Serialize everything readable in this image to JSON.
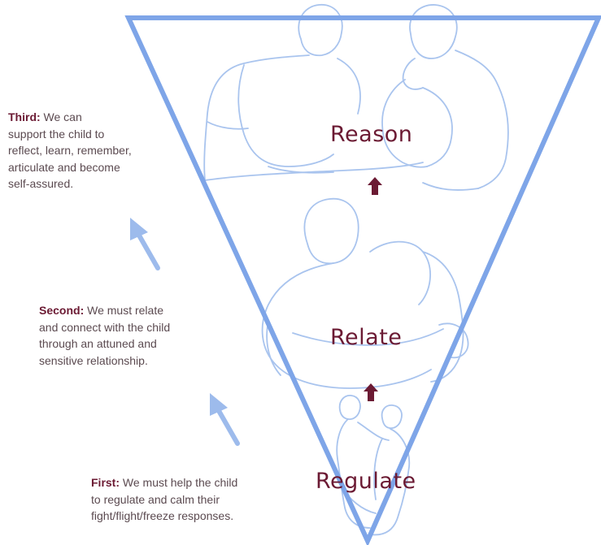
{
  "colors": {
    "triangle": "#7ea5e8",
    "figures": "#a9c4ee",
    "accent": "#6b1a33",
    "body_text": "#5b4a50"
  },
  "stages": {
    "reason": "Reason",
    "relate": "Relate",
    "regulate": "Regulate"
  },
  "notes": {
    "third": {
      "label": "Third:",
      "lines": [
        " We can",
        "support the child to",
        "reflect, learn, remember,",
        "articulate and become",
        "self-assured."
      ]
    },
    "second": {
      "label": "Second:",
      "lines": [
        " We must relate",
        "and connect with the child",
        "through an attuned and",
        "sensitive relationship."
      ]
    },
    "first": {
      "label": "First:",
      "lines": [
        " We must help the child",
        "to regulate and calm their",
        "fight/flight/freeze responses."
      ]
    }
  }
}
